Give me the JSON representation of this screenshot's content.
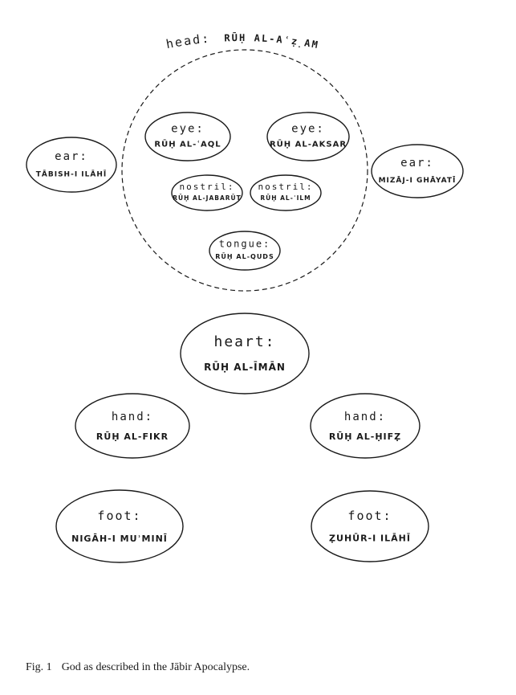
{
  "head": {
    "part": "head:",
    "name": "RŪḤ AL-Aʿẓ̣AM"
  },
  "nodes": [
    {
      "id": "eye-left",
      "part": "eye:",
      "name": "RŪḤ AL-ʿAQL"
    },
    {
      "id": "eye-right",
      "part": "eye:",
      "name": "RŪḤ AL-AKSAR"
    },
    {
      "id": "ear-left",
      "part": "ear:",
      "name": "TĀBISH-I ILĀHĪ"
    },
    {
      "id": "ear-right",
      "part": "ear:",
      "name": "MIZĀJ-I GHĀYATĪ"
    },
    {
      "id": "nostril-left",
      "part": "nostril:",
      "name": "RŪḤ AL-JABARŪT"
    },
    {
      "id": "nostril-right",
      "part": "nostril:",
      "name": "RŪḤ AL-ʿILM"
    },
    {
      "id": "tongue",
      "part": "tongue:",
      "name": "RŪḤ AL-QUDS"
    },
    {
      "id": "heart",
      "part": "heart:",
      "name": "RŪḤ AL-ĪMĀN"
    },
    {
      "id": "hand-left",
      "part": "hand:",
      "name": "RŪḤ AL-FIKR"
    },
    {
      "id": "hand-right",
      "part": "hand:",
      "name": "RŪḤ AL-ḤIFẒ"
    },
    {
      "id": "foot-left",
      "part": "foot:",
      "name": "NIGĀH-I MUʾMINĪ"
    },
    {
      "id": "foot-right",
      "part": "foot:",
      "name": "ẒUHŪR-I ILĀHĪ"
    }
  ],
  "caption": {
    "number": "Fig. 1",
    "text": "God as described in the Jābir Apocalypse."
  }
}
